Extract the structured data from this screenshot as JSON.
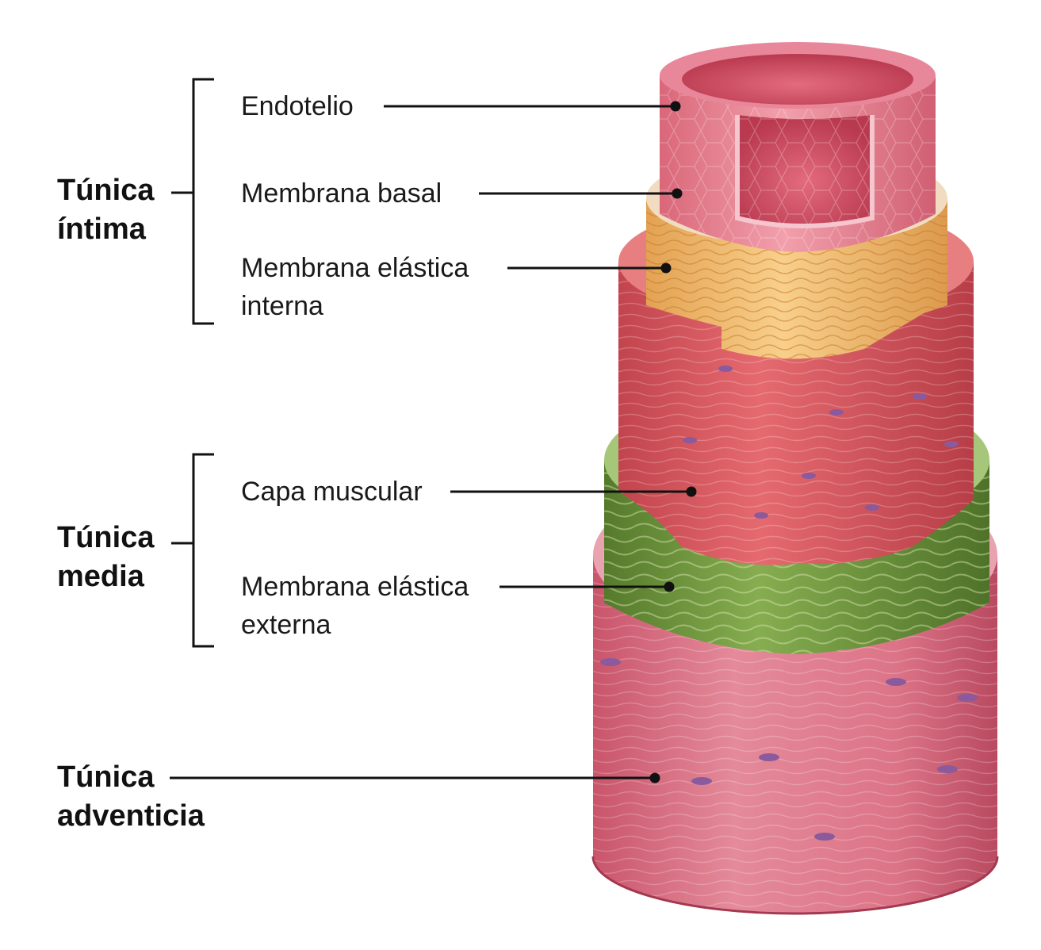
{
  "groups": {
    "intima": {
      "line1": "Túnica",
      "line2": "íntima"
    },
    "media": {
      "line1": "Túnica",
      "line2": "media"
    },
    "adventicia": {
      "line1": "Túnica",
      "line2": "adventicia"
    }
  },
  "labels": {
    "endotelio": "Endotelio",
    "membrana_basal": "Membrana basal",
    "mei_line1": "Membrana elástica",
    "mei_line2": "interna",
    "capa_muscular": "Capa muscular",
    "mee_line1": "Membrana elástica",
    "mee_line2": "externa"
  },
  "colors": {
    "endothelium": "#e07a8a",
    "basal_membrane": "#f0d9c0",
    "internal_elastic": "#f4b96a",
    "muscle": "#d9545c",
    "external_elastic": "#6f9a3f",
    "adventitia": "#d96a80",
    "nucleus": "#8a5a9c",
    "leader_line": "#111111"
  }
}
